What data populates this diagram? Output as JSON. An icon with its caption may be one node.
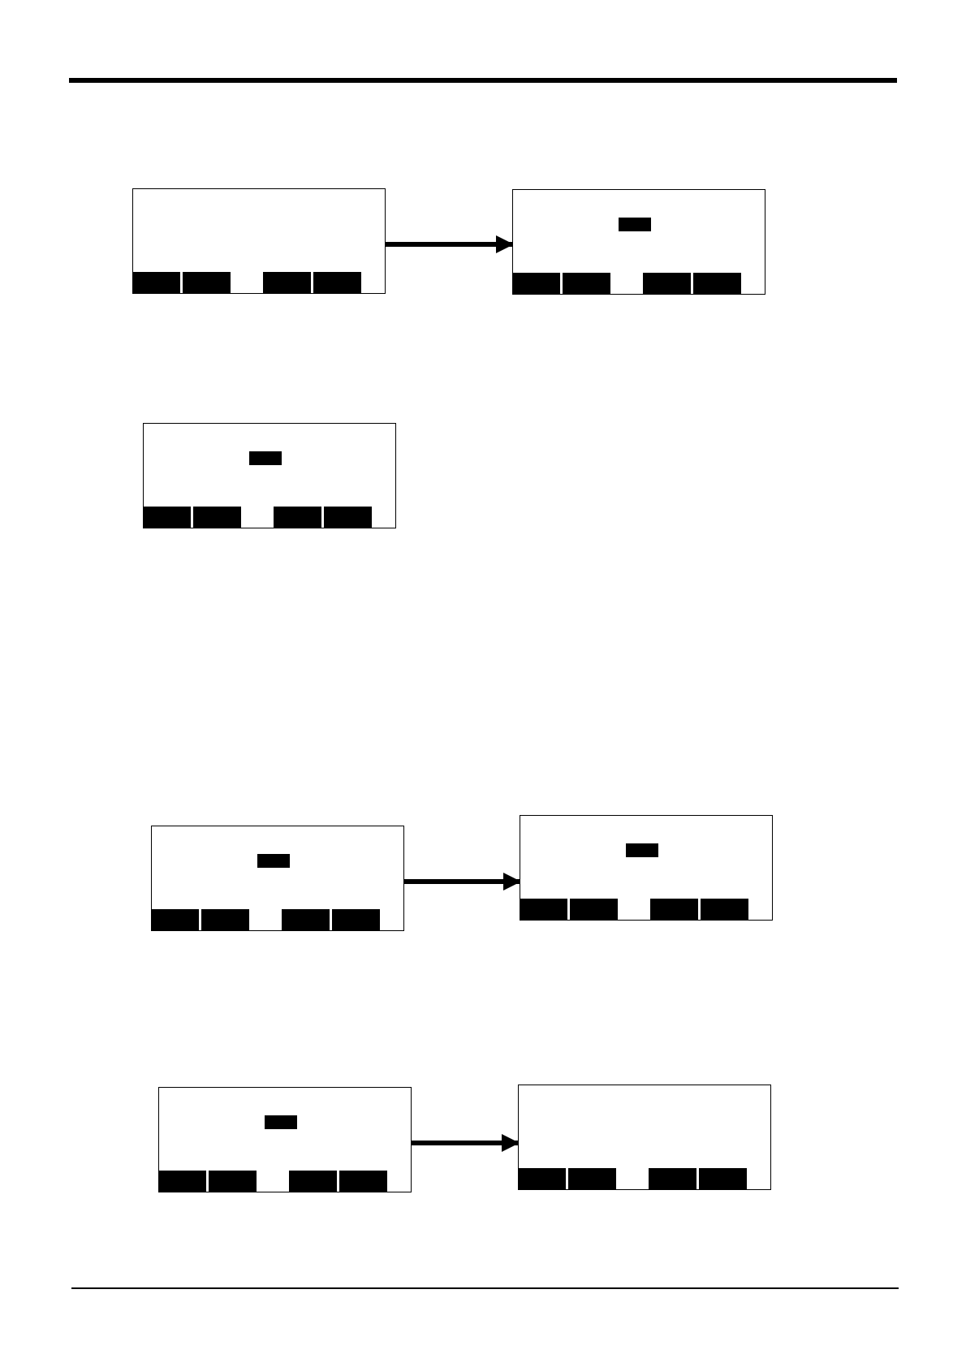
{
  "diagram": {
    "nodes": [
      {
        "text": [],
        "shape": "box"
      },
      {
        "text": [],
        "shape": "box"
      },
      {
        "text": [],
        "shape": "box"
      },
      {
        "text": [],
        "shape": "box"
      },
      {
        "text": [],
        "shape": "box"
      },
      {
        "text": [],
        "shape": "box"
      },
      {
        "text": [],
        "shape": "box"
      }
    ],
    "edges": [
      {
        "from": 0,
        "to": 1,
        "arrow": "to"
      },
      {
        "from": 3,
        "to": 4,
        "arrow": "to"
      },
      {
        "from": 5,
        "to": 6,
        "arrow": "to"
      }
    ]
  }
}
